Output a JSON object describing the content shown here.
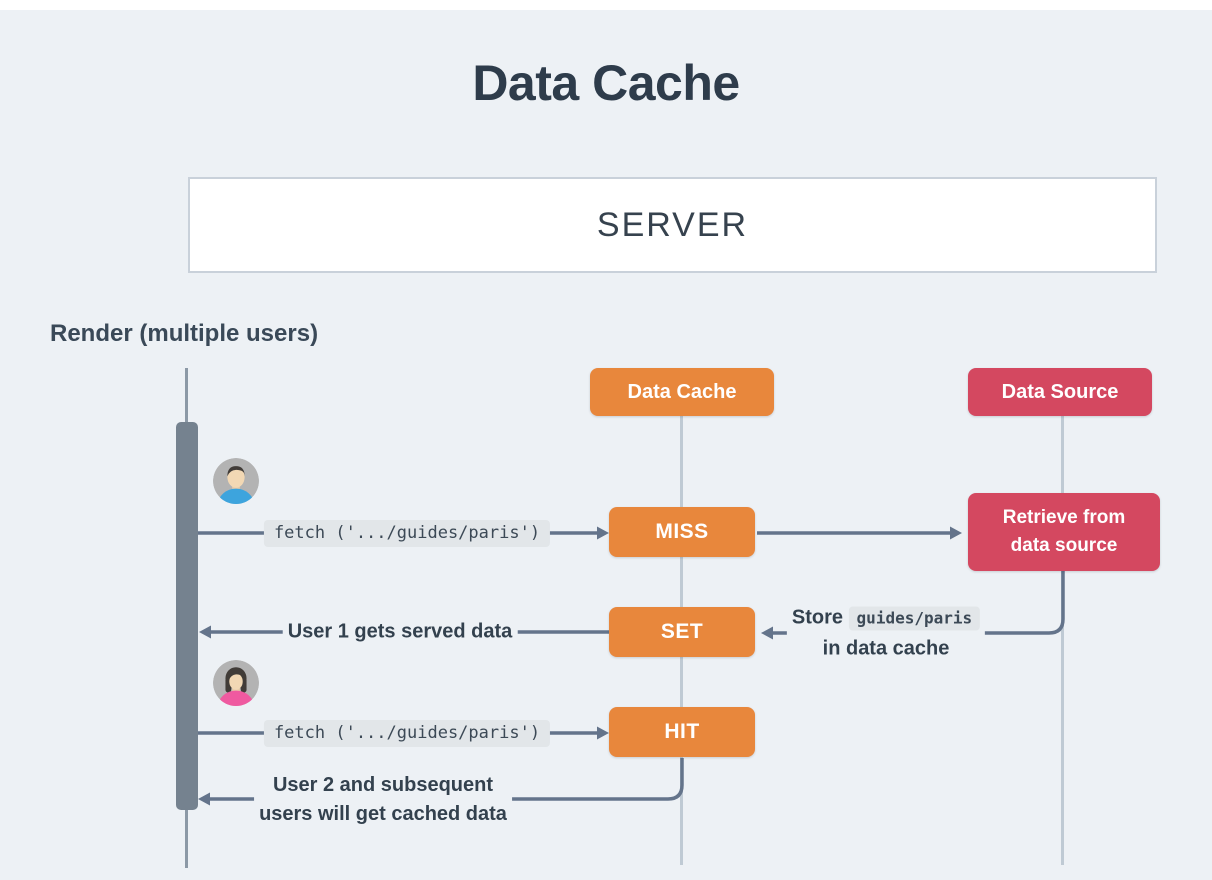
{
  "page": {
    "title": "Data Cache",
    "background": "#EDF1F5"
  },
  "server": {
    "label": "SERVER"
  },
  "lane": {
    "label": "Render (multiple users)"
  },
  "actors": {
    "data_cache": {
      "label": "Data Cache",
      "color": "#E8873C"
    },
    "data_source": {
      "label": "Data Source",
      "color": "#D44860"
    }
  },
  "nodes": {
    "miss": {
      "label": "MISS",
      "color": "#E8873C"
    },
    "set": {
      "label": "SET",
      "color": "#E8873C"
    },
    "hit": {
      "label": "HIT",
      "color": "#E8873C"
    },
    "retrieve": {
      "line1": "Retrieve from",
      "line2": "data source",
      "color": "#D44860"
    }
  },
  "messages": {
    "fetch1": "fetch ('.../guides/paris')",
    "user1": "User 1 gets served data",
    "store_prefix": "Store",
    "store_code": "guides/paris",
    "store_line2": "in data cache",
    "fetch2": "fetch ('.../guides/paris')",
    "user2_line1": "User 2 and subsequent",
    "user2_line2": "users will get cached data"
  },
  "icons": {
    "user1_avatar": "male-user-avatar",
    "user2_avatar": "female-user-avatar"
  },
  "colors": {
    "background": "#EDF1F5",
    "title_text": "#2E3C4B",
    "arrow": "#64748B",
    "activation_bar": "#75828F",
    "lifeline_light": "#BFCAD4",
    "lifeline_dark": "#8C99A6",
    "code_chip_bg": "#E2E6E9",
    "server_border": "#C9D1DA",
    "avatar_bg": "#B3B3B3",
    "avatar_shirt_blue": "#3DA4DD",
    "avatar_shirt_pink": "#EF5AA0"
  }
}
